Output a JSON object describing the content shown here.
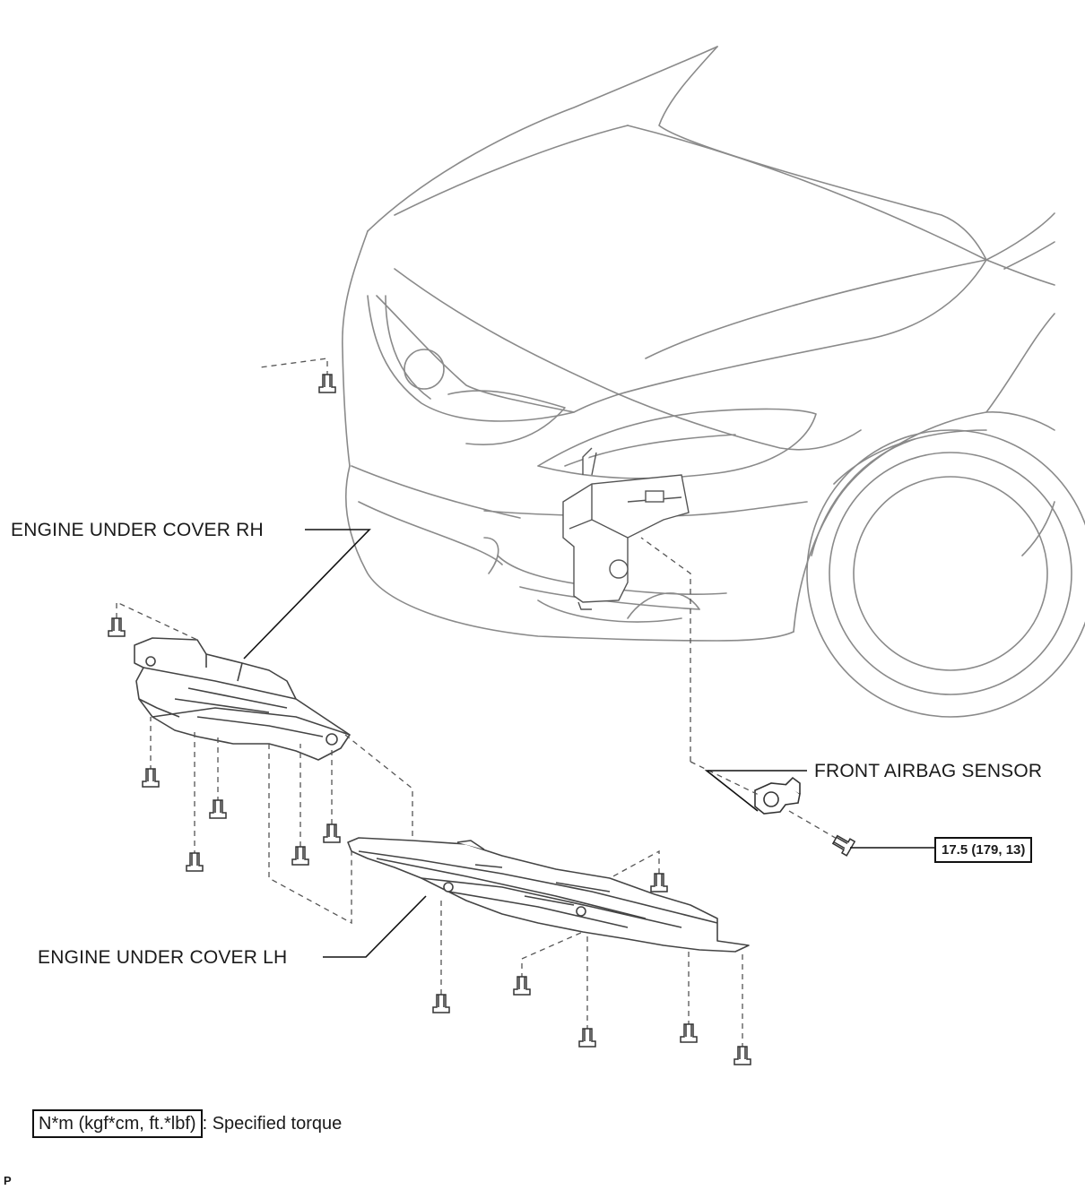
{
  "labels": {
    "engine_under_cover_rh": "ENGINE UNDER COVER RH",
    "engine_under_cover_lh": "ENGINE UNDER COVER LH",
    "front_airbag_sensor": "FRONT AIRBAG SENSOR"
  },
  "torque_spec": "17.5 (179, 13)",
  "legend": {
    "box": "N*m (kgf*cm, ft.*lbf)",
    "text": ": Specified torque"
  },
  "corner_mark": "P"
}
